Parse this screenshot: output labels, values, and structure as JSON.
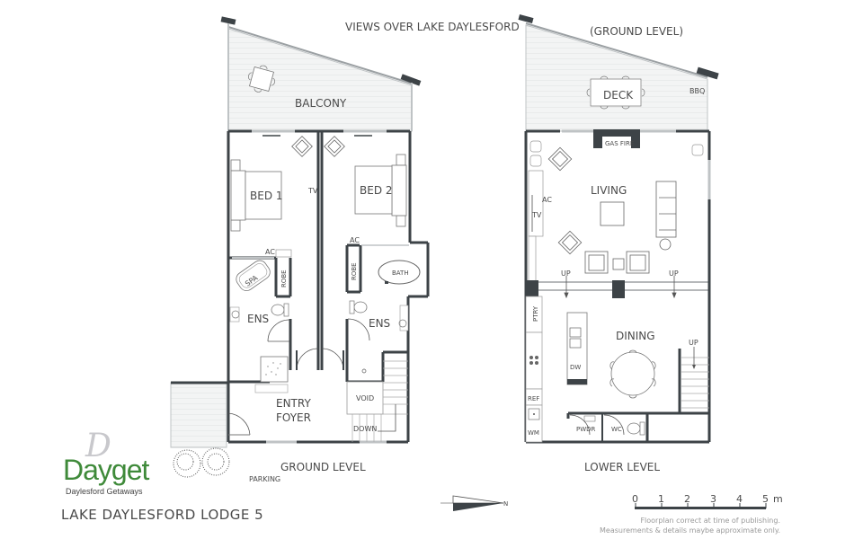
{
  "header": {
    "views_label": "VIEWS OVER LAKE DAYLESFORD",
    "ground_level_note": "(GROUND LEVEL)"
  },
  "ground_level": {
    "label": "GROUND LEVEL",
    "rooms": {
      "balcony": "BALCONY",
      "bed1": "BED 1",
      "bed2": "BED 2",
      "tv": "TV",
      "ac1": "AC",
      "ac2": "AC",
      "spa": "SPA",
      "robe1": "ROBE",
      "robe2": "ROBE",
      "bath": "BATH",
      "ens1": "ENS",
      "ens2": "ENS",
      "entry": "ENTRY",
      "foyer": "FOYER",
      "void": "VOID",
      "down": "DOWN",
      "parking": "PARKING"
    }
  },
  "lower_level": {
    "label": "LOWER LEVEL",
    "rooms": {
      "deck": "DECK",
      "bbq": "BBQ",
      "gas_fire": "GAS FIRE",
      "living": "LIVING",
      "ac": "AC",
      "tv": "TV",
      "up1": "UP",
      "up2": "UP",
      "up3": "UP",
      "ptry": "PTRY",
      "dining": "DINING",
      "dw": "DW",
      "ref": "REF",
      "wm": "WM",
      "pwdr": "PWDR",
      "wc": "WC"
    }
  },
  "branding": {
    "logo_mark": "D",
    "logo_name": "Dayget",
    "logo_tagline": "Daylesford Getaways",
    "property_title": "LAKE DAYLESFORD LODGE 5",
    "brand_color": "#3f8a3a"
  },
  "north_arrow": {
    "label": "N"
  },
  "scale_bar": {
    "ticks": [
      "0",
      "1",
      "2",
      "3",
      "4",
      "5"
    ],
    "unit": "m"
  },
  "disclaimer": {
    "line1": "Floorplan correct at time of publishing.",
    "line2": "Measurements & details maybe approximate only."
  },
  "colors": {
    "wall": "#3d4347",
    "text": "#4a4a4a",
    "deck_fill": "#f2f3f3",
    "light_line": "#bfc3c5"
  }
}
